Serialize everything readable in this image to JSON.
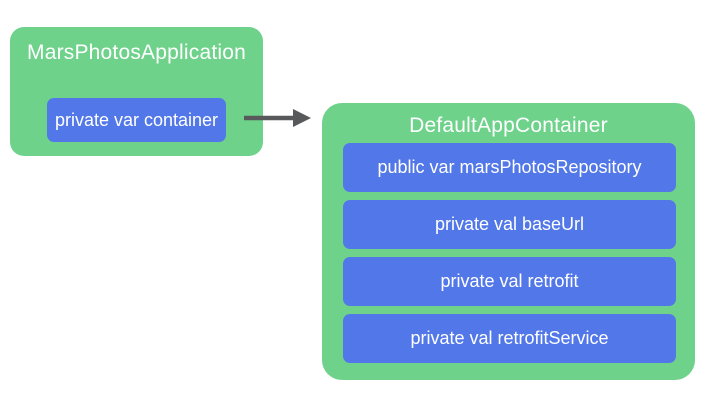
{
  "diagram": {
    "left_box": {
      "title": "MarsPhotosApplication",
      "items": [
        {
          "label": "private var container"
        }
      ]
    },
    "arrow": {
      "direction": "right"
    },
    "right_box": {
      "title": "DefaultAppContainer",
      "items": [
        {
          "label": "public var marsPhotosRepository"
        },
        {
          "label": "private val baseUrl"
        },
        {
          "label": "private val retrofit"
        },
        {
          "label": "private val retrofitService"
        }
      ]
    },
    "colors": {
      "green": "#6ED28B",
      "blue": "#5277E8",
      "arrow": "#58595B",
      "text": "#FFFFFF",
      "bg": "#FFFFFF"
    }
  }
}
